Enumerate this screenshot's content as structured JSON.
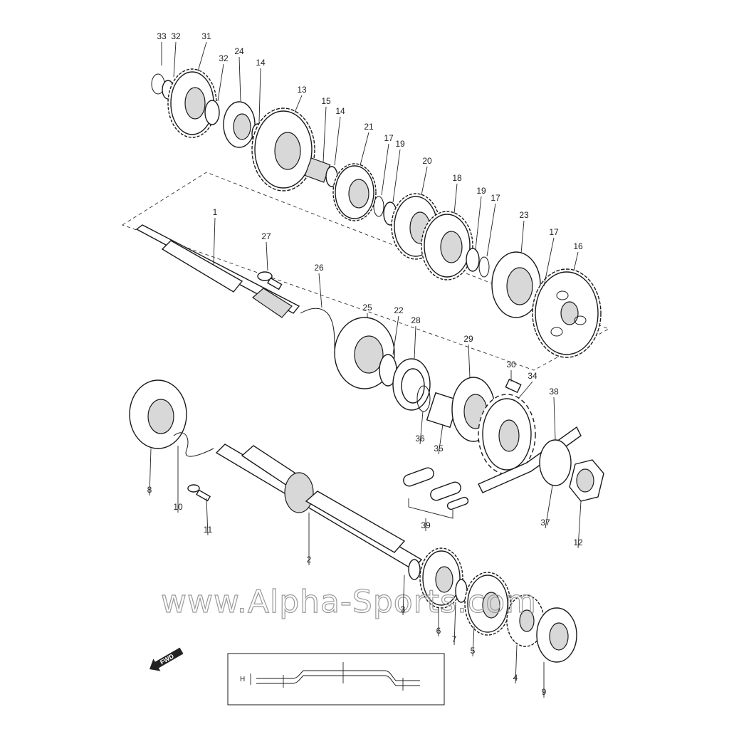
{
  "watermark": "www.Alpha-Sports.com",
  "direction_badge": "FWD",
  "inset_dimension_label": "H",
  "callouts": [
    {
      "id": "c1",
      "label": "1"
    },
    {
      "id": "c2",
      "label": "2"
    },
    {
      "id": "c3",
      "label": "3"
    },
    {
      "id": "c4",
      "label": "4"
    },
    {
      "id": "c5",
      "label": "5"
    },
    {
      "id": "c6",
      "label": "6"
    },
    {
      "id": "c7",
      "label": "7"
    },
    {
      "id": "c8",
      "label": "8"
    },
    {
      "id": "c9",
      "label": "9"
    },
    {
      "id": "c10",
      "label": "10"
    },
    {
      "id": "c11",
      "label": "11"
    },
    {
      "id": "c12",
      "label": "12"
    },
    {
      "id": "c13",
      "label": "13"
    },
    {
      "id": "c14a",
      "label": "14"
    },
    {
      "id": "c14b",
      "label": "14"
    },
    {
      "id": "c15",
      "label": "15"
    },
    {
      "id": "c16",
      "label": "16"
    },
    {
      "id": "c17a",
      "label": "17"
    },
    {
      "id": "c17b",
      "label": "17"
    },
    {
      "id": "c17c",
      "label": "17"
    },
    {
      "id": "c18",
      "label": "18"
    },
    {
      "id": "c19a",
      "label": "19"
    },
    {
      "id": "c19b",
      "label": "19"
    },
    {
      "id": "c20",
      "label": "20"
    },
    {
      "id": "c21",
      "label": "21"
    },
    {
      "id": "c22",
      "label": "22"
    },
    {
      "id": "c23",
      "label": "23"
    },
    {
      "id": "c24",
      "label": "24"
    },
    {
      "id": "c25",
      "label": "25"
    },
    {
      "id": "c26",
      "label": "26"
    },
    {
      "id": "c27",
      "label": "27"
    },
    {
      "id": "c28",
      "label": "28"
    },
    {
      "id": "c29",
      "label": "29"
    },
    {
      "id": "c30",
      "label": "30"
    },
    {
      "id": "c31",
      "label": "31"
    },
    {
      "id": "c32a",
      "label": "32"
    },
    {
      "id": "c32b",
      "label": "32"
    },
    {
      "id": "c33",
      "label": "33"
    },
    {
      "id": "c34",
      "label": "34"
    },
    {
      "id": "c35",
      "label": "35"
    },
    {
      "id": "c36",
      "label": "36"
    },
    {
      "id": "c37",
      "label": "37"
    },
    {
      "id": "c38",
      "label": "38"
    },
    {
      "id": "c39",
      "label": "39"
    }
  ]
}
